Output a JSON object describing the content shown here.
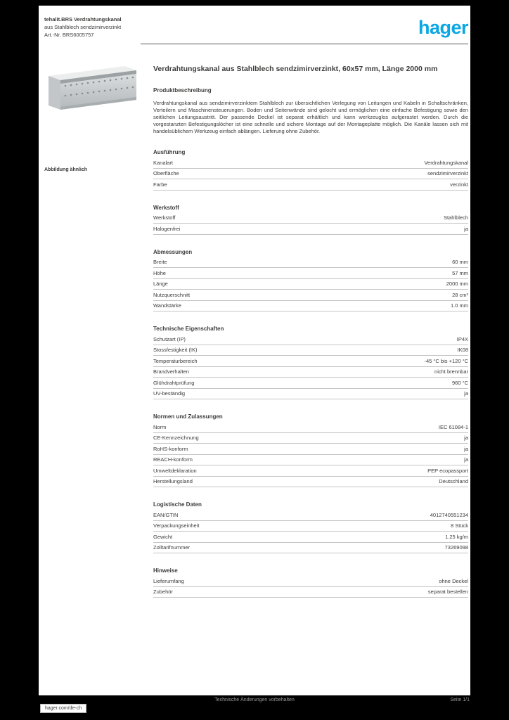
{
  "header": {
    "line1": "tehalit.BRS Verdrahtungskanal",
    "line2": "aus Stahlblech sendzimirverzinkt",
    "line3": "Art.-Nr. BRS6005757",
    "logo_text": "hager",
    "brand_color": "#0ba7e2"
  },
  "image": {
    "caption": "Abbildung ähnlich"
  },
  "product": {
    "title": "Verdrahtungskanal aus Stahlblech sendzimirverzinkt, 60x57 mm, Länge 2000 mm",
    "description_heading": "Produktbeschreibung",
    "description": "Verdrahtungskanal aus sendzimirverzinktem Stahlblech zur übersichtlichen Verlegung von Leitungen und Kabeln in Schaltschränken, Verteilern und Maschinensteuerungen. Boden und Seitenwände sind gelocht und ermöglichen eine einfache Befestigung sowie den seitlichen Leitungsaustritt. Der passende Deckel ist separat erhältlich und kann werkzeuglos aufgerastet werden. Durch die vorgestanzten Befestigungslöcher ist eine schnelle und sichere Montage auf der Montageplatte möglich. Die Kanäle lassen sich mit handelsüblichem Werkzeug einfach ablängen. Lieferung ohne Zubehör."
  },
  "sections": [
    {
      "heading": "Ausführung",
      "rows": [
        {
          "label": "Kanalart",
          "value": "Verdrahtungskanal"
        },
        {
          "label": "Oberfläche",
          "value": "sendzimirverzinkt"
        },
        {
          "label": "Farbe",
          "value": "verzinkt"
        }
      ]
    },
    {
      "heading": "Werkstoff",
      "rows": [
        {
          "label": "Werkstoff",
          "value": "Stahlblech"
        },
        {
          "label": "Halogenfrei",
          "value": "ja"
        }
      ]
    },
    {
      "heading": "Abmessungen",
      "rows": [
        {
          "label": "Breite",
          "value": "60 mm"
        },
        {
          "label": "Höhe",
          "value": "57 mm"
        },
        {
          "label": "Länge",
          "value": "2000 mm"
        },
        {
          "label": "Nutzquerschnitt",
          "value": "28 cm²"
        },
        {
          "label": "Wandstärke",
          "value": "1.0 mm"
        }
      ]
    },
    {
      "heading": "Technische Eigenschaften",
      "rows": [
        {
          "label": "Schutzart (IP)",
          "value": "IP4X"
        },
        {
          "label": "Stossfestigkeit (IK)",
          "value": "IK08"
        },
        {
          "label": "Temperaturbereich",
          "value": "-45 °C bis +120 °C"
        },
        {
          "label": "Brandverhalten",
          "value": "nicht brennbar"
        },
        {
          "label": "Glühdrahtprüfung",
          "value": "960 °C"
        },
        {
          "label": "UV-beständig",
          "value": "ja"
        }
      ]
    },
    {
      "heading": "Normen und Zulassungen",
      "rows": [
        {
          "label": "Norm",
          "value": "IEC 61084-1"
        },
        {
          "label": "CE-Kennzeichnung",
          "value": "ja"
        },
        {
          "label": "RoHS-konform",
          "value": "ja"
        },
        {
          "label": "REACH-konform",
          "value": "ja"
        },
        {
          "label": "Umweltdeklaration",
          "value": "PEP ecopassport"
        },
        {
          "label": "Herstellungsland",
          "value": "Deutschland"
        }
      ]
    },
    {
      "heading": "Logistische Daten",
      "rows": [
        {
          "label": "EAN/GTIN",
          "value": "4012740551234"
        },
        {
          "label": "Verpackungseinheit",
          "value": "8 Stück"
        },
        {
          "label": "Gewicht",
          "value": "1.25 kg/m"
        },
        {
          "label": "Zolltarifnummer",
          "value": "73269098"
        }
      ]
    },
    {
      "heading": "Hinweise",
      "rows": [
        {
          "label": "Lieferumfang",
          "value": "ohne Deckel"
        },
        {
          "label": "Zubehör",
          "value": "separat bestellen"
        }
      ]
    }
  ],
  "footer": {
    "link": "hager.com/de-ch",
    "center": "Technische Änderungen vorbehalten",
    "page": "Seite 1/1"
  }
}
